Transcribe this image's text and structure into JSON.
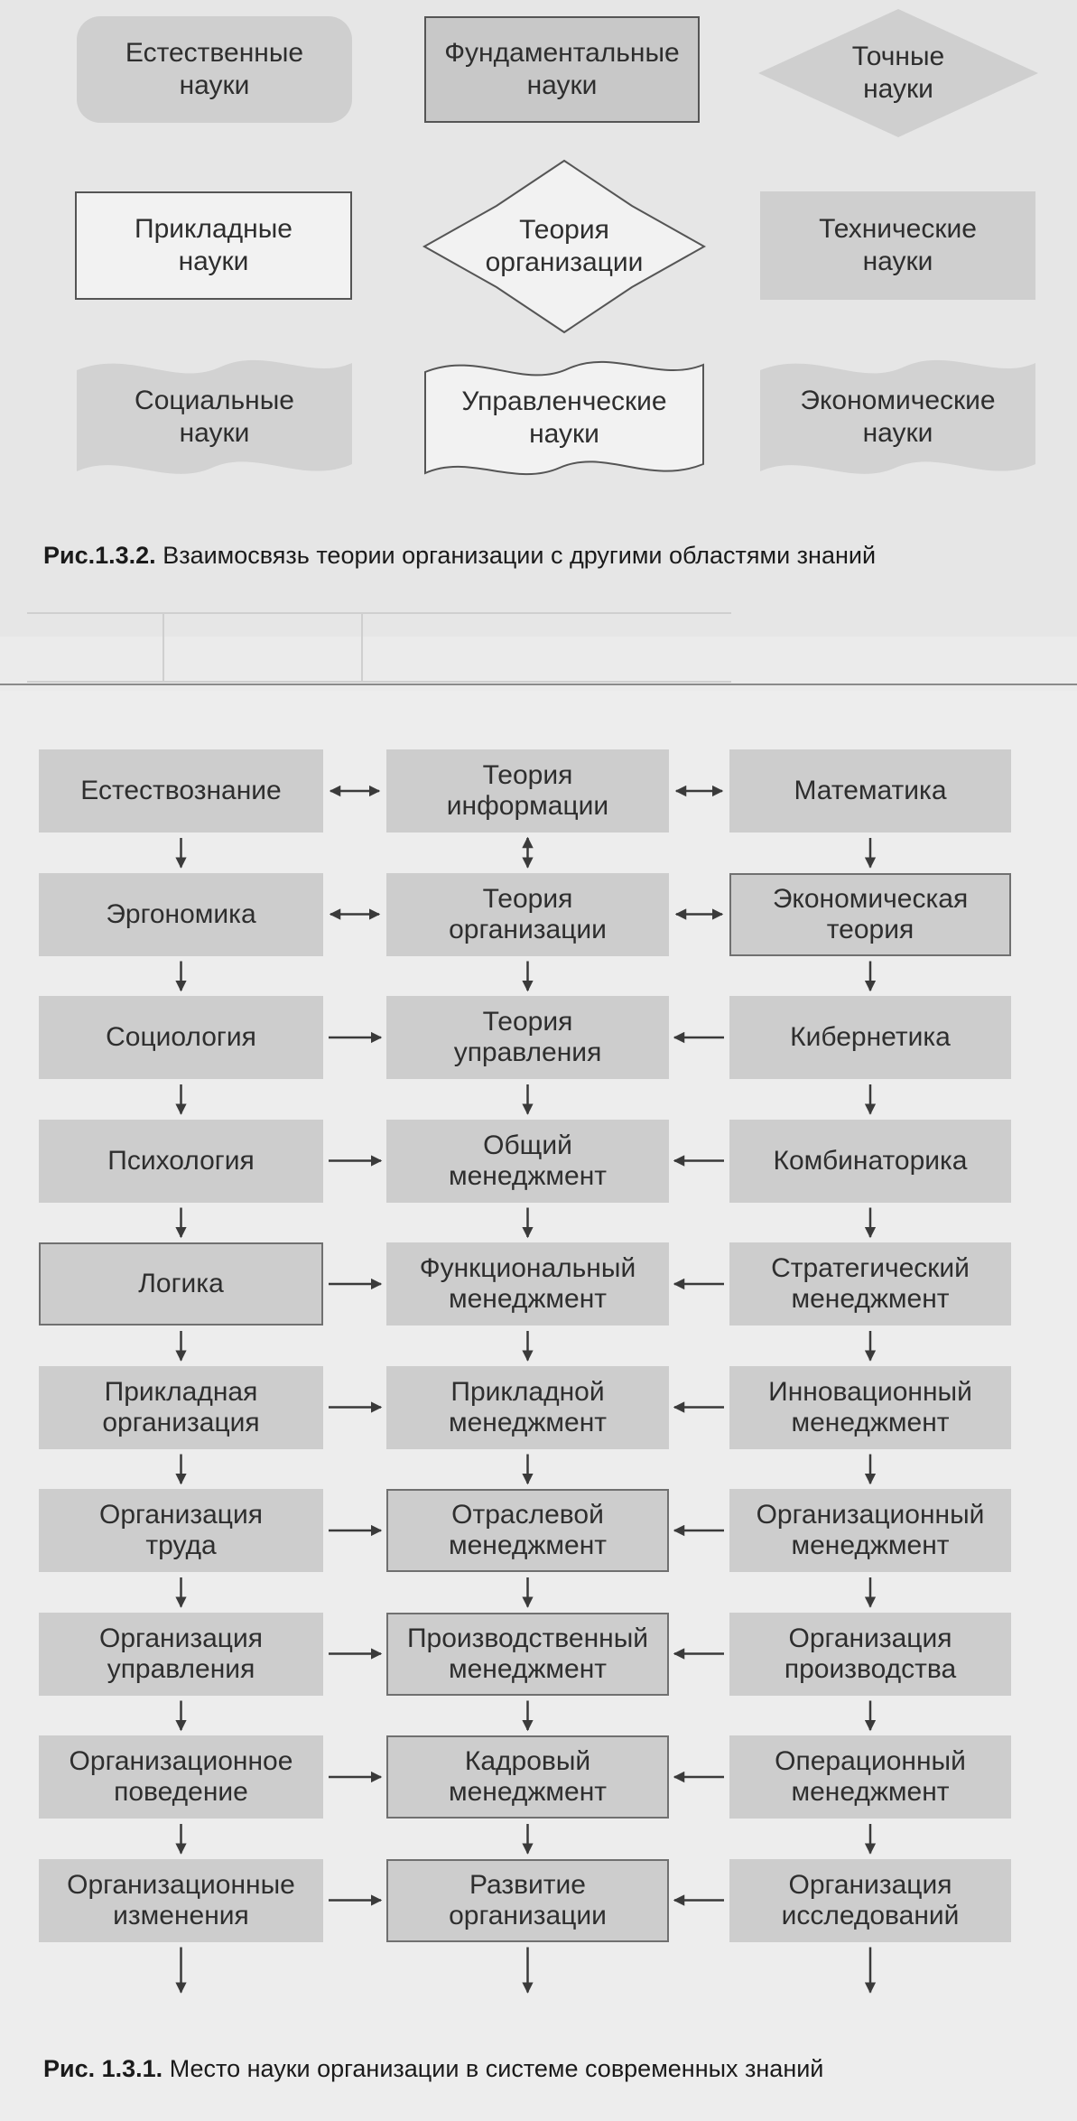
{
  "figure_top": {
    "shapes": [
      {
        "id": "natural",
        "label": "Естественные\nнауки"
      },
      {
        "id": "fundamental",
        "label": "Фундаментальные\nнауки"
      },
      {
        "id": "exact",
        "label": "Точные\nнауки"
      },
      {
        "id": "applied",
        "label": "Прикладные\nнауки"
      },
      {
        "id": "org_theory",
        "label": "Теория\nорганизации"
      },
      {
        "id": "technical",
        "label": "Технические\nнауки"
      },
      {
        "id": "social",
        "label": "Социальные\nнауки"
      },
      {
        "id": "management",
        "label": "Управленческие\nнауки"
      },
      {
        "id": "economic",
        "label": "Экономические\nнауки"
      }
    ],
    "caption_number": "Рис.1.3.2.",
    "caption_text": " Взаимосвязь теории организации с другими областями знаний"
  },
  "figure_bottom": {
    "rows": [
      [
        "Естествознание",
        "Теория\nинформации",
        "Математика"
      ],
      [
        "Эргономика",
        "Теория\nорганизации",
        "Экономическая\nтеория"
      ],
      [
        "Социология",
        "Теория\nуправления",
        "Кибернетика"
      ],
      [
        "Психология",
        "Общий\nменеджмент",
        "Комбинаторика"
      ],
      [
        "Логика",
        "Функциональный\nменеджмент",
        "Стратегический\nменеджмент"
      ],
      [
        "Прикладная\nорганизация",
        "Прикладной\nменеджмент",
        "Инновационный\nменеджмент"
      ],
      [
        "Организация\nтруда",
        "Отраслевой\nменеджмент",
        "Организационный\nменеджмент"
      ],
      [
        "Организация\nуправления",
        "Производственный\nменеджмент",
        "Организация\nпроизводства"
      ],
      [
        "Организационное\nповедение",
        "Кадровый\nменеджмент",
        "Операционный\nменеджмент"
      ],
      [
        "Организационные\nизменения",
        "Развитие\nорганизации",
        "Организация\nисследований"
      ]
    ],
    "caption_number": "Рис. 1.3.1.",
    "caption_text": " Место науки организации в системе современных знаний"
  }
}
